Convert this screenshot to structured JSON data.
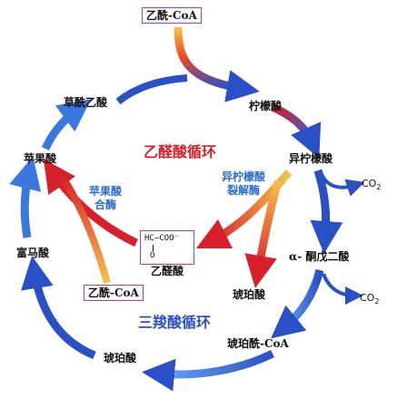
{
  "title_red": "乙醛酸循环",
  "title_blue": "三羧酸循环",
  "metabolites": {
    "acetyl_coa_top": "乙酰-CoA",
    "citrate": "柠檬酸",
    "isocitrate": "异柠檬酸",
    "alpha_ketoglutarate": "α- 酮戊二酸",
    "succinyl_coa": "琥珀酰-CoA",
    "succinate_bottom": "琥珀酸",
    "fumarate": "富马酸",
    "malate": "苹果酸",
    "oxaloacetate": "草酰乙酸",
    "succinate_middle": "琥珀酸",
    "glyoxylate": "乙醛酸",
    "acetyl_coa_side": "乙酰-CoA"
  },
  "glyoxylate_structure": {
    "line1": "HC—COO⁻",
    "line2": "O"
  },
  "enzymes": {
    "isocitrate_lyase_line1": "异柠檬酸",
    "isocitrate_lyase_line2": "裂解酶",
    "malate_synthase_line1": "苹果酸",
    "malate_synthase_line2": "合酶"
  },
  "co2": {
    "first": "CO",
    "first_sub": "2",
    "second": "CO",
    "second_sub": "2"
  },
  "colors": {
    "tca_blue": "#2a50c8",
    "glyoxylate_red": "#d8202a",
    "gradient_yellow": "#f6c24a",
    "box_border": "#c23a8a"
  }
}
